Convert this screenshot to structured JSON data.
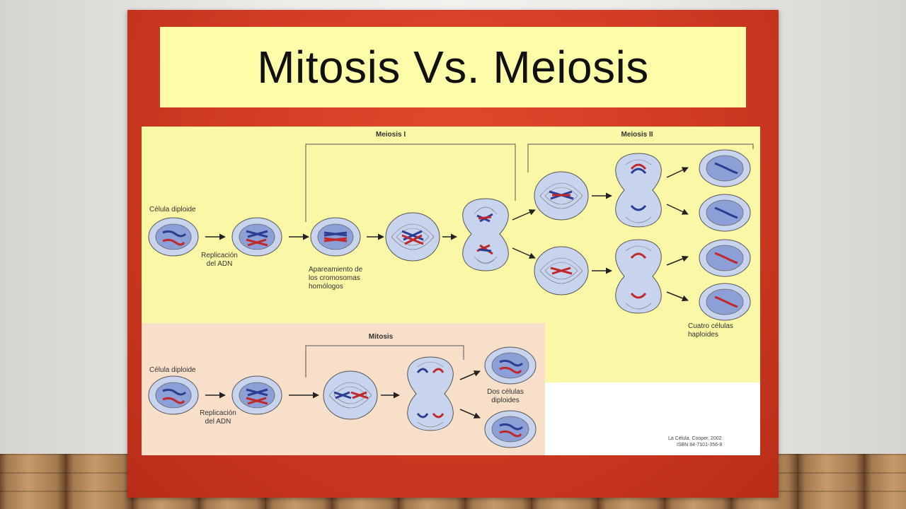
{
  "slide": {
    "title": "Mitosis Vs. Meiosis"
  },
  "diagram": {
    "meiosis_i_header": "Meiosis I",
    "meiosis_ii_header": "Meiosis II",
    "mitosis_header": "Mitosis",
    "cell_diploid_label_top": "Célula diploide",
    "replication_top_line1": "Replicación",
    "replication_top_line2": "del ADN",
    "pairing_line1": "Apareamiento de",
    "pairing_line2": "los cromosomas",
    "pairing_line3": "homólogos",
    "four_cells_line1": "Cuatro células",
    "four_cells_line2": "haploides",
    "cell_diploid_label_bottom": "Célula diploide",
    "replication_bottom_line1": "Replicación",
    "replication_bottom_line2": "del ADN",
    "two_cells_line1": "Dos células",
    "two_cells_line2": "diploides",
    "credit_line1": "La Célula, Cooper, 2002",
    "credit_line2": "ISBN 84-7101-356-8"
  },
  "colors": {
    "slide_red": "#d13c24",
    "title_yellow": "#fdfca8",
    "meiosis_bg": "#faf7a6",
    "mitosis_bg": "#f7dfca",
    "cell_fill": "#c8d3ee",
    "nucleus_fill": "#8c9fd6",
    "chromosome_blue": "#2c3e92",
    "chromosome_red": "#c0292b"
  }
}
